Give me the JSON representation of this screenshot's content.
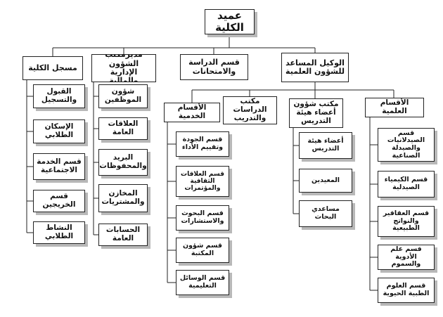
{
  "chart": {
    "root": "عميد الكلية",
    "registrar": {
      "title": "مسجل الكلية",
      "items": [
        "القبول والتسجيل",
        "الإسكان الطلابي",
        "قسم الخدمة\nالاجتماعية",
        "قسم الخريجين",
        "النشاط الطلابي"
      ]
    },
    "admin": {
      "title": "مديرمكتب\nالشؤون الإدارية\nوالمالية",
      "items": [
        "شؤون الموظفين",
        "العلاقات العامة",
        "البريد\nوالمحفوظات",
        "المخازن\nوالمشتريات",
        "الحسابات العامة"
      ]
    },
    "studies": {
      "title": "قسم الدراسة\nوالامتحانات"
    },
    "vice": {
      "title": "الوكيل المساعد\nللشؤون العلمية",
      "service": {
        "title": "الأقسام الخدمية",
        "items": [
          "قسم الجودة\nوتقييم الأداء",
          "قسم العلاقات\nالثقافية\nوالمؤتمرات",
          "قسم البحوث\nوالاستشارات",
          "قسم شؤون\nالمكتبة",
          "قسم الوسائل\nالتعليمية"
        ]
      },
      "training": {
        "title": "مكتب الدراسات\nوالتدريب"
      },
      "faculty_office": {
        "title": "مكتب شؤون\nأعضاء هيئة\nالتدريس",
        "items": [
          "أعضاء هيئة\nالتدريس",
          "المعيدين",
          "مساعدي البحاث"
        ]
      },
      "scientific": {
        "title": "الأقسام العلمية",
        "items": [
          "قسم الصيدلانيات\nوالصيدلة\nالصناعية",
          "قسم الكيمياء\nالصيدلية",
          "قسم العقاقير\nوالنواتج\nالطبيعية",
          "قسم علم الأدوية\nوالسموم",
          "قسم العلوم\nالطبية الحيوية"
        ]
      }
    }
  }
}
